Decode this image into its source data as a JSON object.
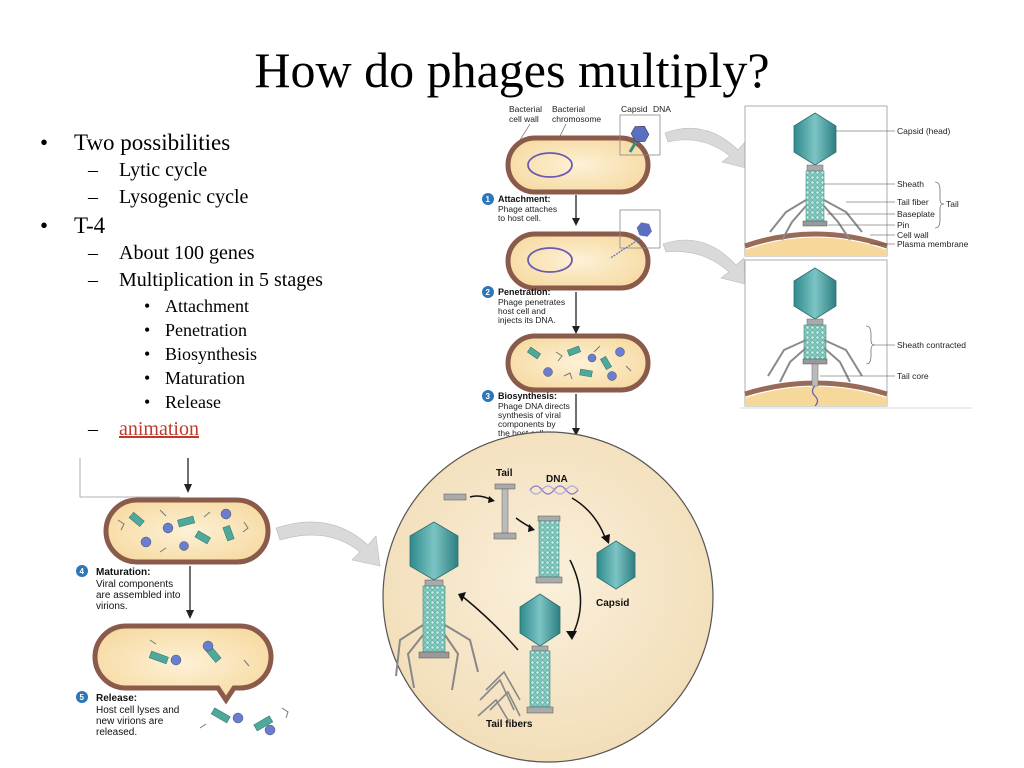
{
  "slide": {
    "title": "How do phages multiply?",
    "bullets": [
      {
        "text": "Two possibilities",
        "children": [
          "Lytic cycle",
          "Lysogenic cycle"
        ]
      },
      {
        "text": "T-4",
        "children": [
          "About 100 genes",
          "Multiplication in 5 stages"
        ],
        "stages": [
          "Attachment",
          "Penetration",
          "Biosynthesis",
          "Maturation",
          "Release"
        ],
        "link": "animation"
      }
    ]
  },
  "figure": {
    "top_labels": [
      "Bacterial",
      "cell wall",
      "Bacterial",
      "chromosome",
      "Capsid",
      "DNA"
    ],
    "steps": [
      {
        "num": "1",
        "title": "Attachment:",
        "lines": [
          "Phage attaches",
          "to host cell."
        ]
      },
      {
        "num": "2",
        "title": "Penetration:",
        "lines": [
          "Phage penetrates",
          "host cell and",
          "injects its DNA."
        ]
      },
      {
        "num": "3",
        "title": "Biosynthesis:",
        "lines": [
          "Phage DNA directs",
          "synthesis of viral",
          "components by",
          "the host cell."
        ]
      },
      {
        "num": "4",
        "title": "Maturation:",
        "lines": [
          "Viral components",
          "are assembled into",
          "virions."
        ]
      },
      {
        "num": "5",
        "title": "Release:",
        "lines": [
          "Host cell lyses and",
          "new virions are",
          "released."
        ]
      }
    ],
    "detail_labels": {
      "capsid_head": "Capsid (head)",
      "sheath": "Sheath",
      "tail_fiber": "Tail fiber",
      "tail": "Tail",
      "baseplate": "Baseplate",
      "pin": "Pin",
      "cell_wall": "Cell wall",
      "plasma_membrane": "Plasma membrane",
      "sheath_contracted": "Sheath contracted",
      "tail_core": "Tail core"
    },
    "assembly_labels": {
      "tail": "Tail",
      "dna": "DNA",
      "capsid": "Capsid",
      "tail_fibers": "Tail fibers"
    }
  }
}
